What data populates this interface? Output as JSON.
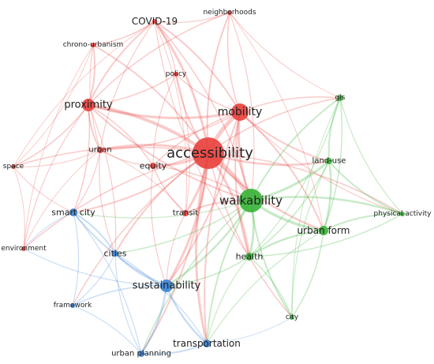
{
  "clusters": {
    "red": "#e8433f",
    "green": "#3ab43a",
    "blue": "#3d86d6"
  },
  "nodes": [
    {
      "id": "accessibility",
      "label": "accessibility",
      "cluster": "red"
    },
    {
      "id": "mobility",
      "label": "mobility",
      "cluster": "red"
    },
    {
      "id": "proximity",
      "label": "proximity",
      "cluster": "red"
    },
    {
      "id": "covid",
      "label": "COVID-19",
      "cluster": "red"
    },
    {
      "id": "neighborhoods",
      "label": "neighborhoods",
      "cluster": "red"
    },
    {
      "id": "chrono",
      "label": "chrono-urbanism",
      "cluster": "red"
    },
    {
      "id": "policy",
      "label": "policy",
      "cluster": "red"
    },
    {
      "id": "urban",
      "label": "urban",
      "cluster": "red"
    },
    {
      "id": "equity",
      "label": "equity",
      "cluster": "red"
    },
    {
      "id": "space",
      "label": "space",
      "cluster": "red"
    },
    {
      "id": "transit",
      "label": "transit",
      "cluster": "red"
    },
    {
      "id": "environment",
      "label": "environment",
      "cluster": "red"
    },
    {
      "id": "walkability",
      "label": "walkability",
      "cluster": "green"
    },
    {
      "id": "gis",
      "label": "gis",
      "cluster": "green"
    },
    {
      "id": "landuse",
      "label": "land-use",
      "cluster": "green"
    },
    {
      "id": "physical",
      "label": "physical activity",
      "cluster": "green"
    },
    {
      "id": "urbanform",
      "label": "urban form",
      "cluster": "green"
    },
    {
      "id": "health",
      "label": "health",
      "cluster": "green"
    },
    {
      "id": "city",
      "label": "city",
      "cluster": "green"
    },
    {
      "id": "smartcity",
      "label": "smart city",
      "cluster": "blue"
    },
    {
      "id": "cities",
      "label": "cities",
      "cluster": "blue"
    },
    {
      "id": "sustainability",
      "label": "sustainability",
      "cluster": "blue"
    },
    {
      "id": "framework",
      "label": "framework",
      "cluster": "blue"
    },
    {
      "id": "urbanplanning",
      "label": "urban planning",
      "cluster": "blue"
    },
    {
      "id": "transportation",
      "label": "transportation",
      "cluster": "blue"
    }
  ]
}
